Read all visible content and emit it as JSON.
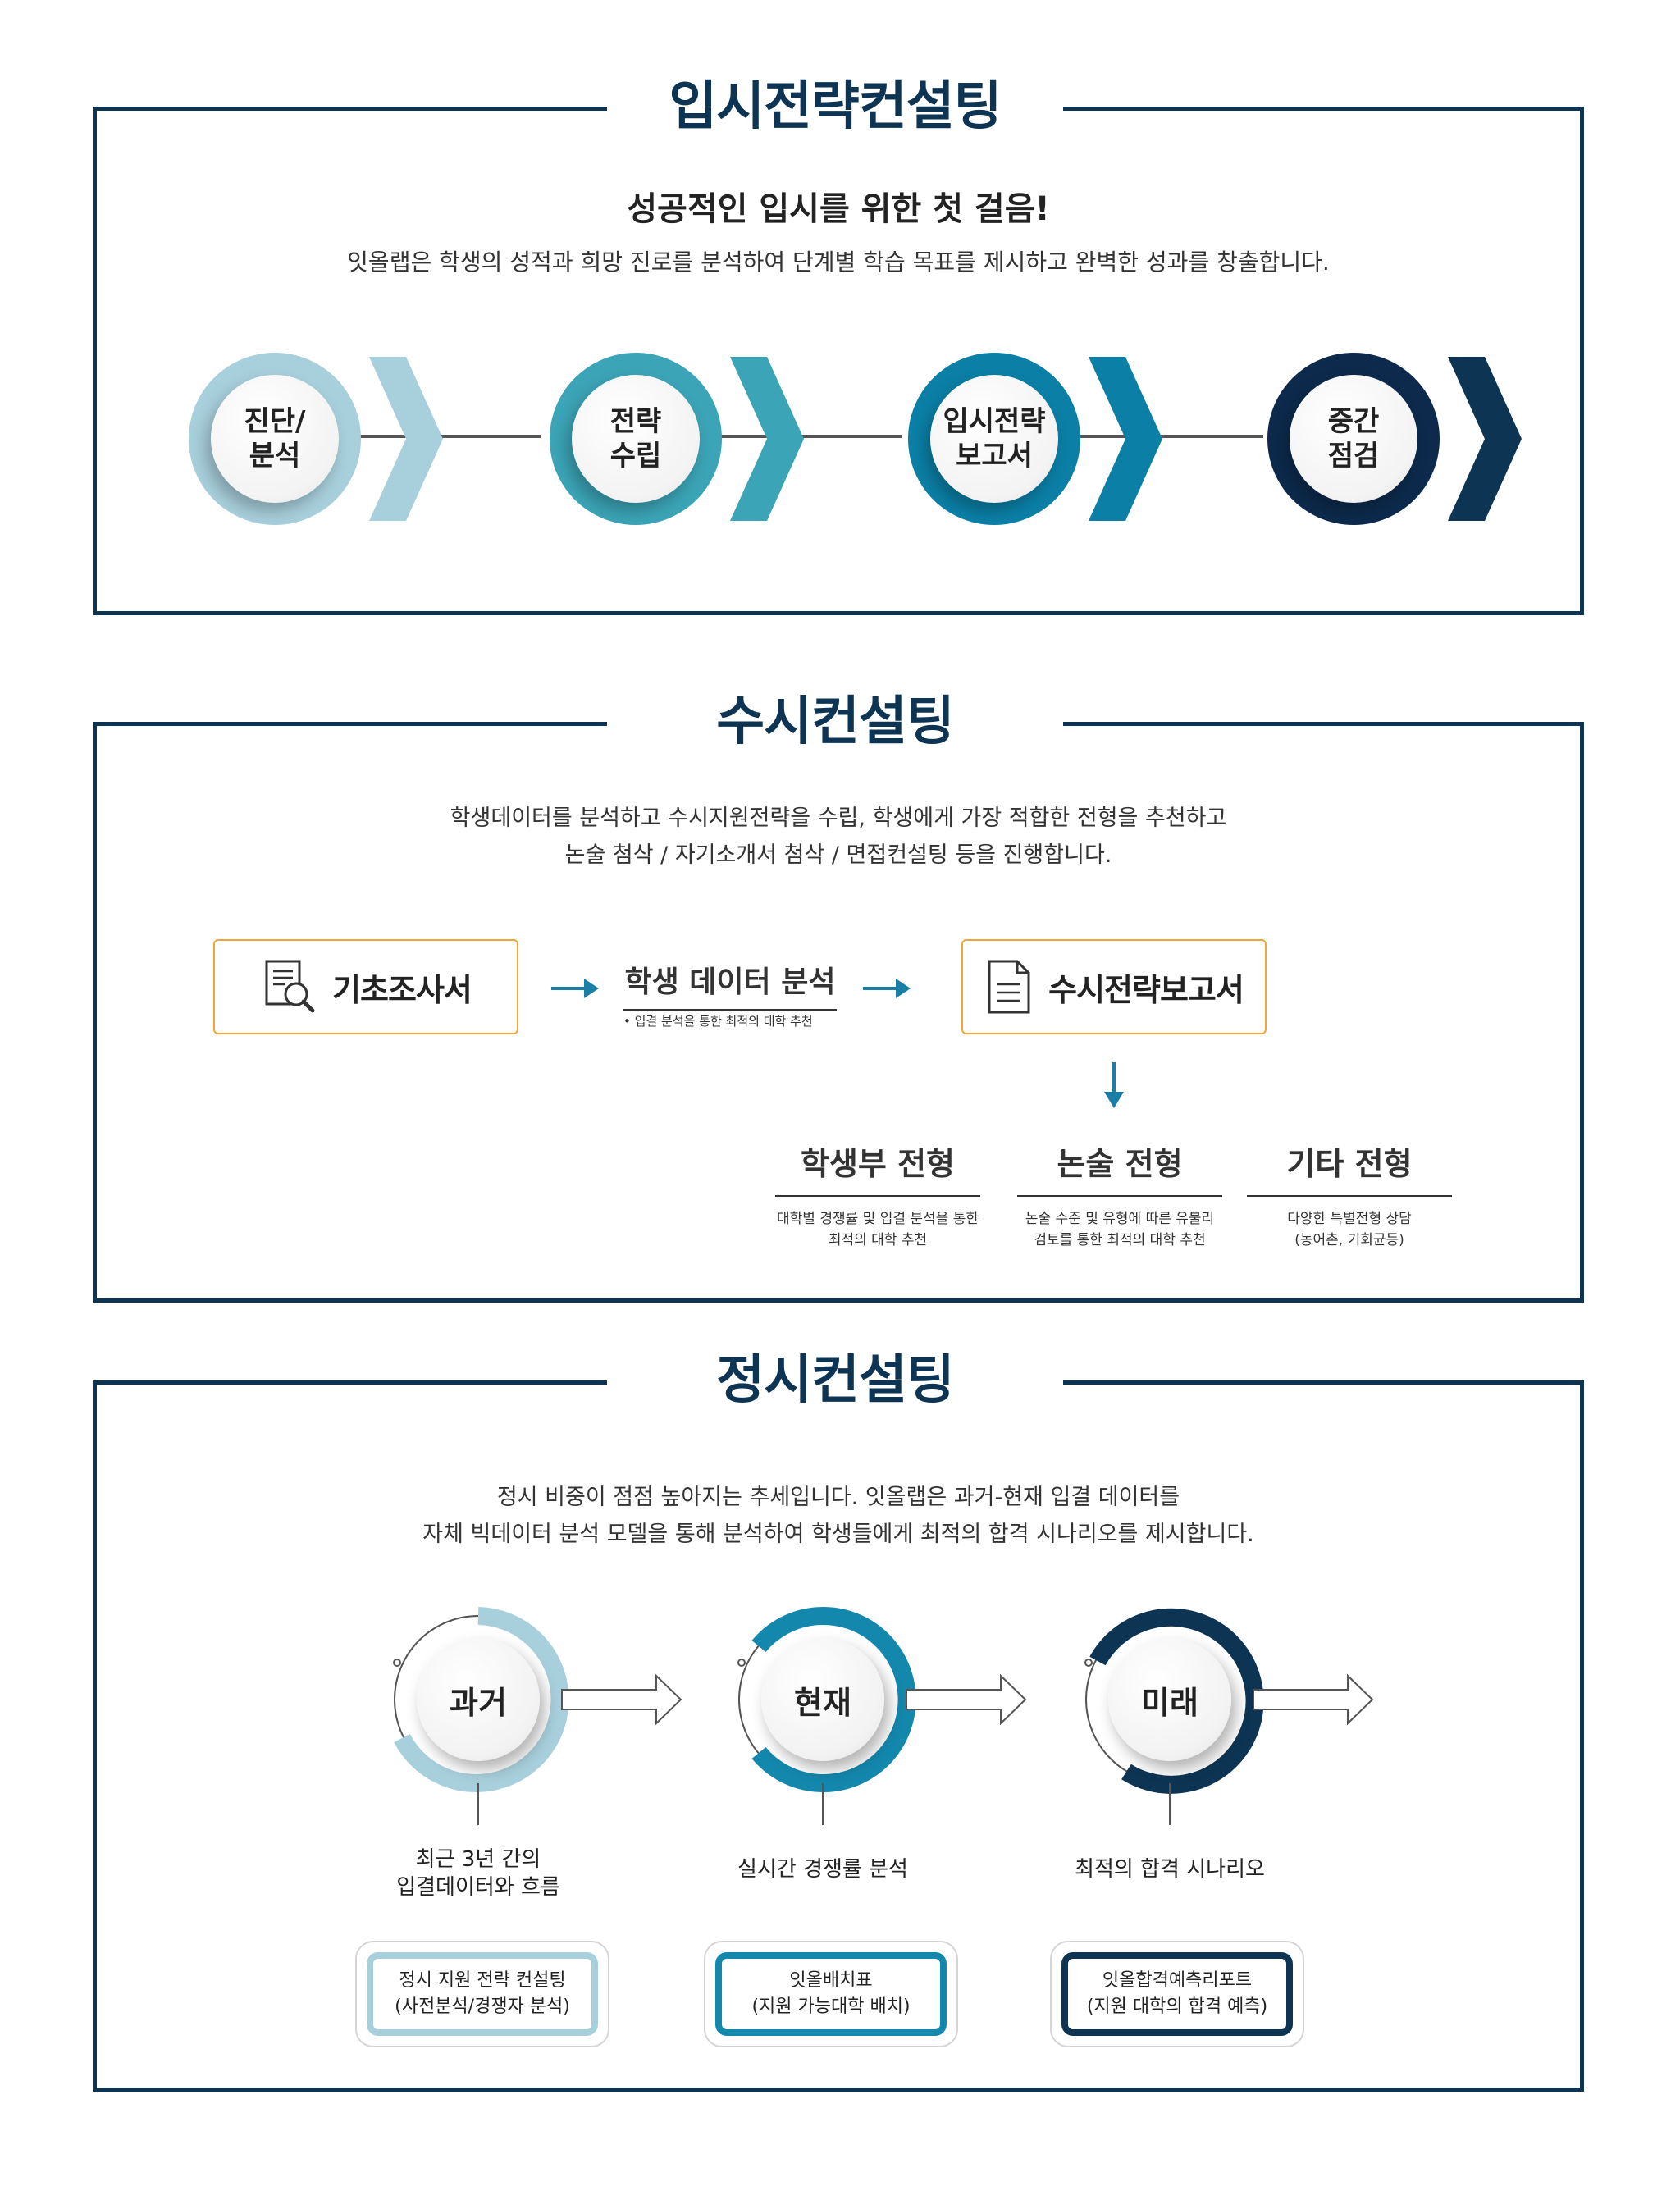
{
  "section1": {
    "title": "입시전략컨설팅",
    "headline": "성공적인 입시를 위한 첫 걸음!",
    "description": "잇올랩은 학생의 성적과 희망 진로를 분석하여 단계별 학습 목표를 제시하고 완벽한 성과를 창출합니다.",
    "steps": [
      {
        "label": "진단/\n분석",
        "color": "#a8cfdc"
      },
      {
        "label": "전략\n수립",
        "color": "#3ba4b6"
      },
      {
        "label": "입시전략\n보고서",
        "color": "#0b7fa6"
      },
      {
        "label": "중간\n점검",
        "color": "#0d2a4c"
      }
    ]
  },
  "section2": {
    "title": "수시컨설팅",
    "description_line1": "학생데이터를 분석하고 수시지원전략을 수립, 학생에게 가장 적합한 전형을 추천하고",
    "description_line2": "논술 첨삭 / 자기소개서 첨삭 / 면접컨설팅 등을 진행합니다.",
    "box1_label": "기초조사서",
    "middle_title": "학생 데이터 분석",
    "middle_note": "• 입결 분석을 통한 최적의 대학 추천",
    "box2_label": "수시전략보고서",
    "results": [
      {
        "title": "학생부 전형",
        "desc": "대학별 경쟁률 및 입결 분석을 통한\n최적의 대학 추천"
      },
      {
        "title": "논술 전형",
        "desc": "논술 수준 및 유형에 따른 유불리\n검토를 통한 최적의 대학 추천"
      },
      {
        "title": "기타 전형",
        "desc": "다양한 특별전형 상담\n(농어촌, 기회균등)"
      }
    ],
    "accent_color": "#1a7fa6",
    "box_border_color": "#f4a43c"
  },
  "section3": {
    "title": "정시컨설팅",
    "description_line1": "정시 비중이 점점 높아지는 추세입니다. 잇올랩은 과거-현재 입결 데이터를",
    "description_line2": "자체 빅데이터 분석 모델을 통해 분석하여  학생들에게 최적의 합격 시나리오를 제시합니다.",
    "stages": [
      {
        "label": "과거",
        "desc": "최근 3년 간의\n입결데이터와 흐름",
        "pill_line1": "정시 지원 전략 컨설팅",
        "pill_line2": "(사전분석/경쟁자 분석)",
        "color": "#a8cfdc"
      },
      {
        "label": "현재",
        "desc": "실시간 경쟁률 분석",
        "pill_line1": "잇올배치표",
        "pill_line2": "(지원 가능대학 배치)",
        "color": "#1487ad"
      },
      {
        "label": "미래",
        "desc": "최적의 합격 시나리오",
        "pill_line1": "잇올합격예측리포트",
        "pill_line2": "(지원 대학의 합격 예측)",
        "color": "#0d3553"
      }
    ]
  }
}
